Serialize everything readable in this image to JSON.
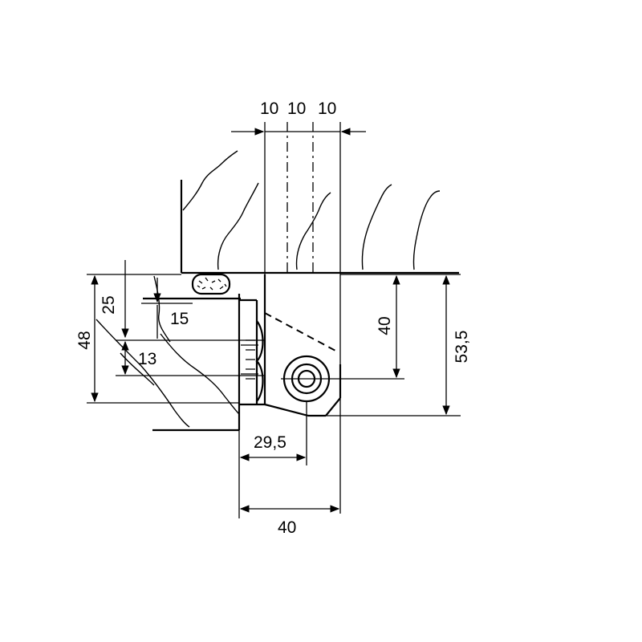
{
  "dimensions": {
    "top_10_a": "10",
    "top_10_b": "10",
    "top_10_c": "10",
    "left_48": "48",
    "left_25": "25",
    "left_15": "15",
    "left_13": "13",
    "right_40": "40",
    "right_53_5": "53,5",
    "bottom_29_5": "29,5",
    "bottom_40": "40"
  }
}
